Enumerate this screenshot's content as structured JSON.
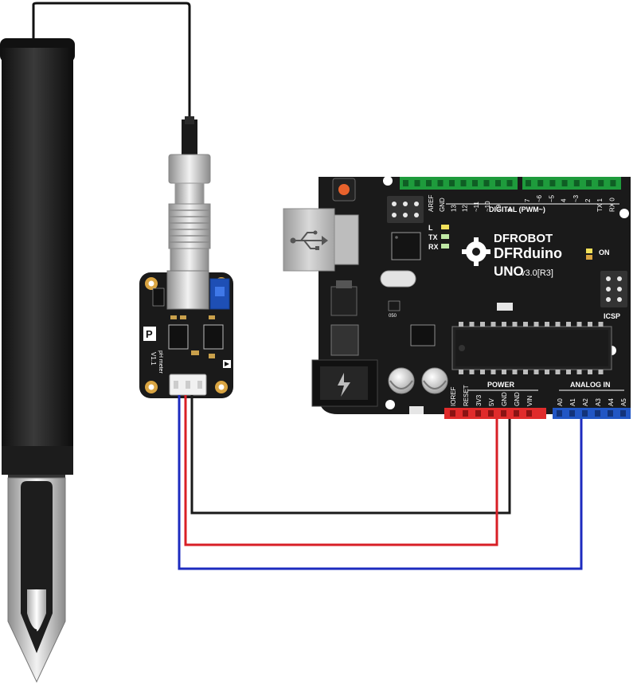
{
  "probe": {
    "name": "ph-probe"
  },
  "sensor_board": {
    "logo": "P",
    "model": "pH meter",
    "version": "V1.1"
  },
  "board": {
    "brand": "DFROBOT",
    "name": "DFRduino",
    "model": "UNO",
    "version": "v3.0[R3]",
    "digital_label": "DIGITAL (PWM~)",
    "analog_label": "ANALOG IN",
    "power_label": "POWER",
    "icsp_label": "ICSP",
    "on_label": "ON",
    "led_labels": [
      "L",
      "TX",
      "RX"
    ],
    "digital_pins_left": [
      "AREF",
      "GND",
      "13",
      "12",
      "~11",
      "~10",
      "~9",
      "8"
    ],
    "digital_pins_right": [
      "7",
      "~6",
      "~5",
      "4",
      "~3",
      "2",
      "TX 1",
      "RX 0"
    ],
    "power_pins": [
      "IOREF",
      "RESET",
      "3V3",
      "5V",
      "GND",
      "GND",
      "VIN"
    ],
    "analog_pins": [
      "A0",
      "A1",
      "A2",
      "A3",
      "A4",
      "A5"
    ],
    "chip_label": "050"
  },
  "colors": {
    "board": "#1a1a1a",
    "header_green": "#1e9b3c",
    "header_red": "#e02b2b",
    "header_blue": "#2156c4",
    "wire_black": "#1a1a1a",
    "wire_red": "#d81f26",
    "wire_blue": "#1c2bbf",
    "probe": "#262626"
  }
}
